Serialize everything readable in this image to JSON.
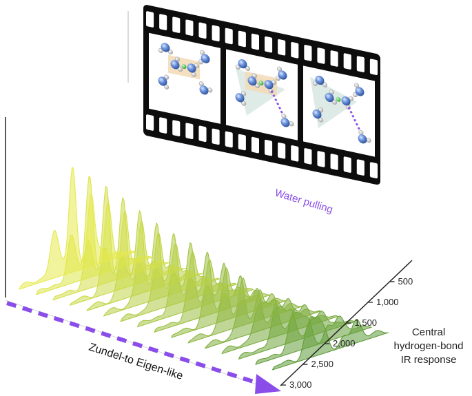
{
  "labels": {
    "water_pulling": "Water pulling",
    "zundel_eigen": "Zundel-to Eigen-like",
    "axis_title_lines": [
      "Central",
      "hydrogen-bond",
      "IR response"
    ]
  },
  "ticks": [
    "500",
    "1,000",
    "1,500",
    "2,000",
    "2,500",
    "3,000"
  ],
  "colors": {
    "arrow": "#8a4dea",
    "film": "#0d0d0d",
    "oxygen": "#5b86d6",
    "hydrogen": "#e4e4e4",
    "proton": "#3fcf3f",
    "highlight_rect": "#f2dbb6",
    "highlight_tri": "#d9e8e2",
    "spectrum_start": "#e6ea4c",
    "spectrum_end": "#5d9a3a"
  },
  "film_frames": [
    {
      "name": "zundel-frame",
      "highlight": "rect",
      "water_pulled": false
    },
    {
      "name": "transition-frame",
      "highlight": "rect-tri",
      "water_pulled": true
    },
    {
      "name": "eigen-frame",
      "highlight": "tri",
      "water_pulled": true
    }
  ]
}
